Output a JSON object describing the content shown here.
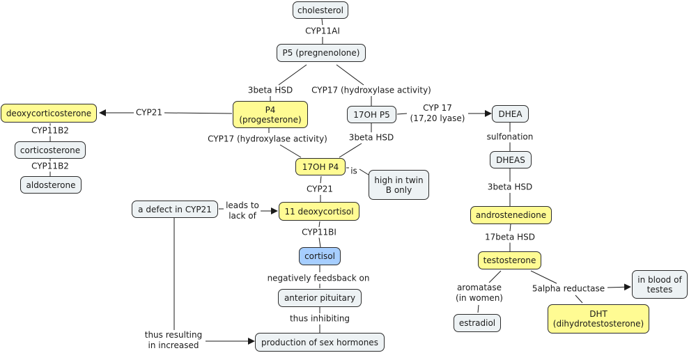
{
  "colors": {
    "gray_node": "#edf2f4",
    "yellow_node": "#fffb93",
    "blue_node": "#a6ceff",
    "line": "#1a1a1a"
  },
  "nodes": {
    "cholesterol": "cholesterol",
    "p5": "P5 (pregnenolone)",
    "p4_line1": "P4",
    "p4_line2": "(progesterone)",
    "ohp5": "17OH P5",
    "dhea": "DHEA",
    "dheas": "DHEAS",
    "deoxycorticosterone": "deoxycorticosterone",
    "corticosterone": "corticosterone",
    "aldosterone": "aldosterone",
    "ohp4": "17OH P4",
    "high_twin_line1": "high in twin",
    "high_twin_line2": "B only",
    "defect": "a defect in CYP21",
    "deoxycortisol": "11 deoxycortisol",
    "cortisol": "cortisol",
    "anterior_pituitary": "anterior pituitary",
    "sex_hormones": "production of sex hormones",
    "androstenedione": "androstenedione",
    "testosterone": "testosterone",
    "estradiol": "estradiol",
    "blood_testes_line1": "in blood of",
    "blood_testes_line2": "testes",
    "dht_line1": "DHT",
    "dht_line2": "(dihydrotestosterone)"
  },
  "links": {
    "cyp11ai": "CYP11AI",
    "beta_hsd_p5_p4": "3beta HSD",
    "cyp17_p5_17ohp5": "CYP17 (hydroxylase activity)",
    "cyp21_p4": "CYP21",
    "cyp11b2_a": "CYP11B2",
    "cyp11b2_b": "CYP11B2",
    "cyp17_p4_17ohp4": "CYP17 (hydroxylase activity)",
    "lyase_line1": "CYP 17",
    "lyase_line2": "(17,20 lyase)",
    "beta_hsd_17ohp5": "3beta HSD",
    "sulfonation": "sulfonation",
    "is": "is",
    "cyp21_17ohp4": "CYP21",
    "beta_hsd_dheas": "3beta HSD",
    "leads_line1": "leads to",
    "leads_line2": "lack of",
    "cyp11bi": "CYP11BI",
    "neg_feedback": "negatively feedsback on",
    "thus_inhibiting": "thus inhibiting",
    "resulting_line1": "thus resulting",
    "resulting_line2": "in increased",
    "beta17_hsd": "17beta HSD",
    "aromatase_line1": "aromatase",
    "aromatase_line2": "(in women)",
    "alpha_reductase": "5alpha reductase"
  }
}
